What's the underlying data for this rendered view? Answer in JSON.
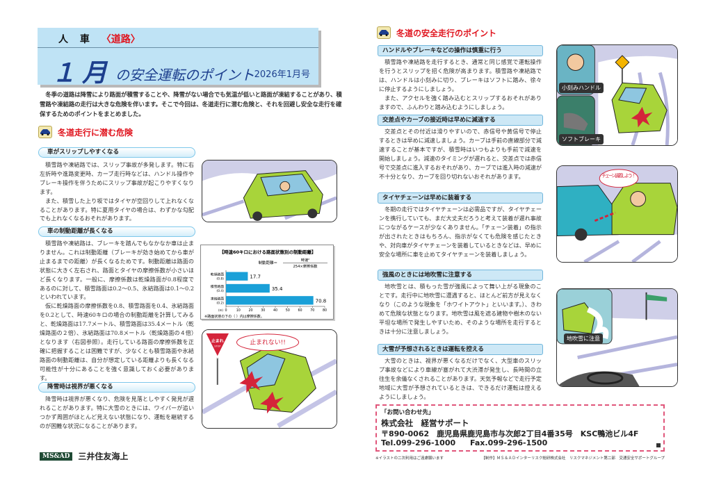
{
  "title": {
    "small": "人 車",
    "category": "〈道路〉",
    "month": "１月",
    "subtitle": "の安全運転のポイント",
    "issue": "2026年1月号"
  },
  "intro": "冬季の道路は降雪により路面が積雪することや、降雪がない場合でも気温が低いと路面が凍結することがあり、積雪路や凍結路の走行は大きな危険を伴います。そこで今回は、冬道走行に潜む危険と、それを回避し安全な走行を確保するためのポイントをまとめました。",
  "left": {
    "heading": "冬道走行に潜む危険",
    "sections": [
      {
        "title": "車がスリップしやすくなる",
        "paragraphs": [
          "積雪路や凍結路では、スリップ事故が多発します。特に右左折時や進路変更時、カーブ走行時などは、ハンドル操作やブレーキ操作を伴うためにスリップ事故が起こりやすくなります。",
          "また、積雪した上り坂ではタイヤが空回りして上れなくなることがあります。特に夏用タイヤの場合は、わずかな勾配でも上れなくなるおそれがあります。"
        ]
      },
      {
        "title": "車の制動距離が長くなる",
        "paragraphs": [
          "積雪路や凍結路は、ブレーキを踏んでもなかなか車は止まりません。これは制動距離（ブレーキが効き始めてから車が止まるまでの距離）が長くなるためです。制動距離は路面の状態に大きく左右され、路面とタイヤの摩擦係数が小さいほど長くなります。一般に、摩擦係数は乾燥路面が0.8程度であるのに対して、積雪路面は0.2～0.5、氷結路面は0.1～0.2といわれています。",
          "仮に乾燥路面の摩擦係数を0.8、積雪路面を0.4、氷結路面を0.2として、時速60キロの場合の制動距離を計算してみると、乾燥路面は17.7メートル、積雪路面は35.4メートル（乾燥路面の２倍）、氷結路面は70.8メートル（乾燥路面の４倍）となります（右図参照）。走行している路面の摩擦係数を正確に把握することは困難ですが、少なくとも積雪路面や氷結路面の制動距離は、自分が想定している距離よりも長くなる可能性が十分にあることを強く意識しておく必要があります。"
        ]
      },
      {
        "title": "降雪時は視界が悪くなる",
        "paragraphs": [
          "降雪時は視界が悪くなり、危険を見落としやすく発見が遅れることがあります。特に大雪のときには、ワイパーが追いつかず周囲がほとんど見えない状態になり、運転を継続するのが困難な状況になることがあります。"
        ]
      }
    ],
    "illustration2_bubble": "止まれない!!",
    "illustration2_sign": "止まれ",
    "illustration2_sign_en": "STOP"
  },
  "chart_data": {
    "type": "bar",
    "orientation": "horizontal",
    "title": "【時速60キロにおける路面状態別の制動距離】",
    "formula_label": "制動距離＝",
    "formula_numerator": "時速²",
    "formula_denominator": "254×摩擦係数",
    "categories": [
      {
        "name": "乾燥路面",
        "coef": "(0.8)"
      },
      {
        "name": "積雪路面",
        "coef": "(0.4)"
      },
      {
        "name": "凍結路面",
        "coef": "(0.2)"
      }
    ],
    "values": [
      17.7,
      35.4,
      70.8
    ],
    "value_labels": [
      "17.7",
      "35.4",
      "70.8"
    ],
    "xlim": [
      0,
      80
    ],
    "xticks": [
      "0",
      "10",
      "20",
      "30",
      "40",
      "50",
      "60",
      "70",
      "80"
    ],
    "xunit": "(m)",
    "note": "※路面状態の下の（ ）内は摩擦係数。",
    "bar_color": "#1aa0d8"
  },
  "right": {
    "heading": "冬道の安全走行のポイント",
    "sections": [
      {
        "title": "ハンドルやブレーキなどの操作は慎重に行う",
        "paragraphs": [
          "積雪路や凍結路を走行するとき、通常と同じ感覚で運転操作を行うとスリップを招く危険が高まります。積雪路や凍結路では、ハンドルは小刻みに切り、ブレーキはソフトに踏み、徐々に停止するようにしましょう。",
          "また、アクセルを強く踏み込むとスリップするおそれがありますので、ふんわりと踏み込むようにしましょう。"
        ]
      },
      {
        "title": "交差点やカーブの接近時は早めに減速する",
        "paragraphs": [
          "交差点とその付近は滑りやすいので、赤信号や黄信号で停止するときは早めに減速しましょう。カーブは手前の直線部分で減速することが基本ですが、積雪時はいつもよりも手前で減速を開始しましょう。減速のタイミングが遅れると、交差点では赤信号で交差点に進入するおそれがあり、カーブでは進入時の減速が不十分となり、カーブを回り切れないおそれがあります。"
        ]
      },
      {
        "title": "タイヤチェーンは早めに装着する",
        "paragraphs": [
          "冬期の走行ではタイヤチェーンは必需品ですが、タイヤチェーンを携行していても、まだ大丈夫だろうと考えて装着が遅れ事故につながるケースが少なくありません。「チェーン装着」の指示が出されたときはもちろん、指示がなくても危険を感じたときや、対向車がタイヤチェーンを装着しているときなどは、早めに安全な場所に車を止めてタイヤチェーンを装着しましょう。"
        ]
      },
      {
        "title": "強風のときには地吹雪に注意する",
        "paragraphs": [
          "地吹雪とは、積もった雪が強風によって舞い上がる現象のことです。走行中に地吹雪に遭遇すると、ほとんど前方が見えなくなり（このような現象を「ホワイトアウト」といいます。）、きわめて危険な状態となります。地吹雪は風を遮る建物や樹木のない平坦な場所で発生しやすいため、そのような場所を走行するときは十分に注意しましょう。"
        ]
      },
      {
        "title": "大雪が予想されるときは運転を控える",
        "paragraphs": [
          "大雪のときは、視界が悪くなるだけでなく、大型車のスリップ事故などにより車線が塞がれて大渋滞が発生し、長時間の立往生を余儀なくされることがあります。天気予報などで走行予定地域に大雪が予想されているときは、できるだけ運転は控えるようにしましょう。"
        ]
      }
    ],
    "illustration1_captions": [
      "小刻みハンドル",
      "ソフトブレーキ"
    ],
    "illustration2_bubble": "チェーン装着しよう！",
    "illustration3_caption": "地吹雪に注意"
  },
  "contact": {
    "label": "「お問い合わせ先」",
    "company": "株式会社　経営サポート",
    "address": "〒890-0062　鹿児島県鹿児島市与次郎2丁目4番35号　KSC鴨池ビル4F",
    "tel": "Tel.099-296-1000",
    "fax": "Fax.099-296-1500"
  },
  "footer": {
    "illustration_note": "※イラストの二次利用はご遠慮願います",
    "credit": "【制作】ＭＳ＆ＡＤインターリスク総研株式会社　リスクマネジメント第二部　交通安全サポートグループ",
    "logo_mark": "MS&AD",
    "logo_name": "三井住友海上"
  },
  "colors": {
    "accent_red": "#e0141e",
    "title_blue": "#1d3f8e",
    "title_bg": "#bfe3f5",
    "car_green": "#a8d43a"
  }
}
